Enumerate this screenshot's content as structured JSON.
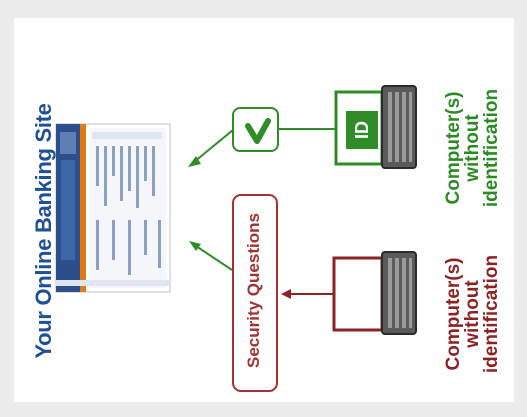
{
  "site": {
    "title": "Your Online Banking Site"
  },
  "nodes": {
    "security_questions": "Security Questions",
    "id_tag": "ID",
    "green_caption": [
      "Computer(s)",
      "without",
      "identification"
    ],
    "red_caption": [
      "Computer(s)",
      "without",
      "identification"
    ]
  },
  "colors": {
    "green": "#2c8a24",
    "red": "#a63131",
    "blue": "#1f4f96",
    "banner_orange": "#e07a16"
  },
  "icons": [
    "checkmark-icon",
    "laptop-icon",
    "id-card-icon",
    "arrow-icon"
  ]
}
